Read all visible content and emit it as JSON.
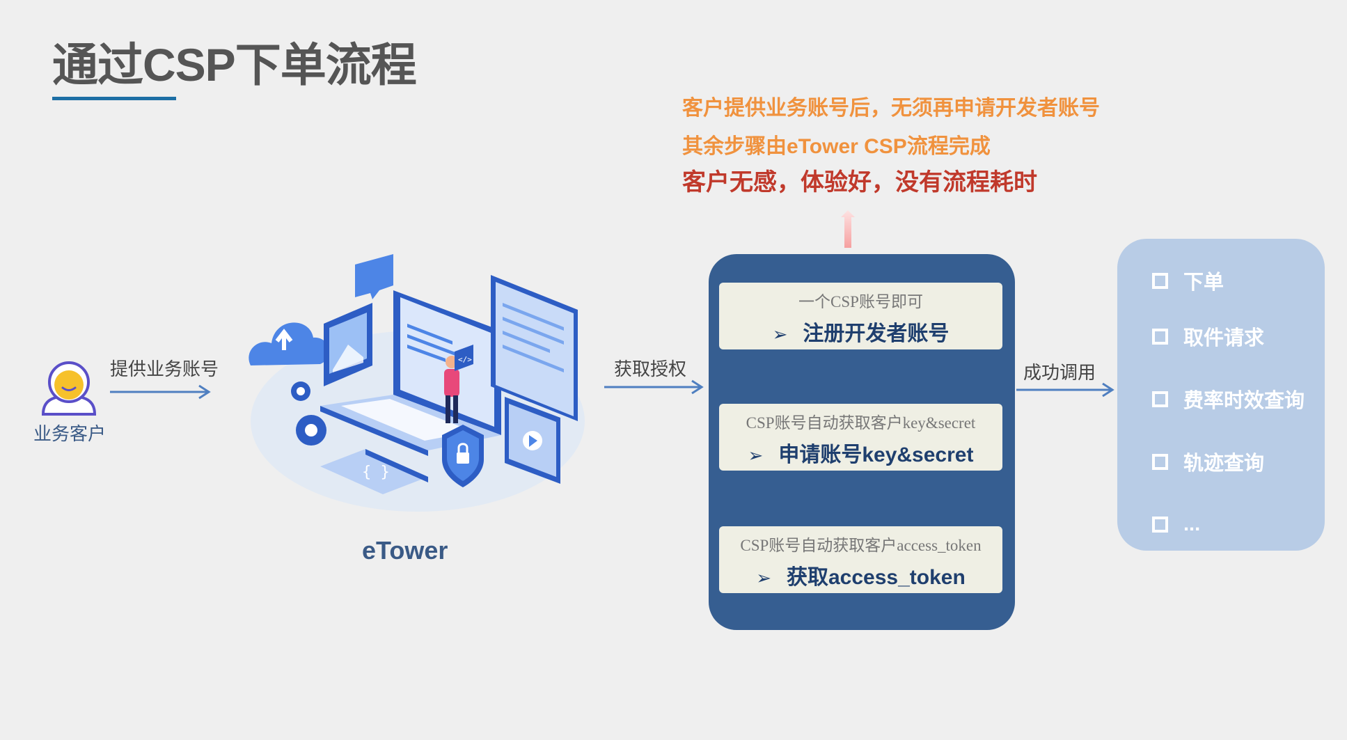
{
  "title": "通过CSP下单流程",
  "notes": [
    "客户提供业务账号后，无须再申请开发者账号",
    "其余步骤由eTower CSP流程完成",
    "客户无感，体验好，没有流程耗时"
  ],
  "customer": {
    "label": "业务客户",
    "icon": "user-avatar-icon"
  },
  "arrows": {
    "provide": "提供业务账号",
    "authorize": "获取授权",
    "call": "成功调用"
  },
  "etower": {
    "label": "eTower",
    "illustration": "isometric-developer-laptop-illustration"
  },
  "csp_steps": [
    {
      "note": "一个CSP账号即可",
      "action": "注册开发者账号"
    },
    {
      "note": "CSP账号自动获取客户key&secret",
      "action": "申请账号key&secret"
    },
    {
      "note": "CSP账号自动获取客户access_token",
      "action": "获取access_token"
    }
  ],
  "api_list": [
    "下单",
    "取件请求",
    "费率时效查询",
    "轨迹查询",
    "..."
  ],
  "colors": {
    "title": "#555555",
    "accent_line": "#1d6fa5",
    "note_orange": "#f0923e",
    "note_red": "#c0392b",
    "panel_blue": "#365e91",
    "step_bg": "#efefe4",
    "api_panel": "#b8cce6",
    "arrow": "#4f7fc0"
  }
}
